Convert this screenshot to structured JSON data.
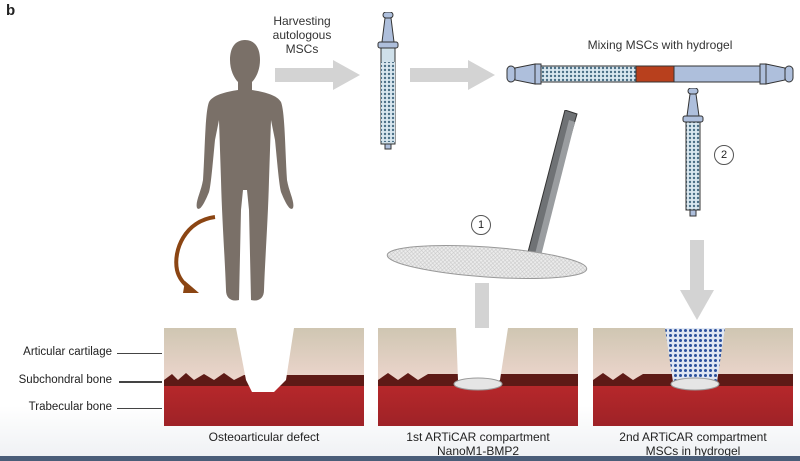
{
  "figure": {
    "panel_letter": "b",
    "steps": {
      "harvest_label_lines": [
        "Harvesting",
        "autologous",
        "MSCs"
      ],
      "mixing_label": "Mixing MSCs with hydrogel",
      "step1_number": "1",
      "step2_number": "2"
    },
    "tissue_layers": [
      "Articular cartilage",
      "Subchondral bone",
      "Trabecular bone"
    ],
    "panels": [
      {
        "caption_lines": [
          "Osteoarticular defect"
        ]
      },
      {
        "caption_lines": [
          "1st ARTiCAR compartment",
          "NanoM1-BMP2"
        ]
      },
      {
        "caption_lines": [
          "2nd ARTiCAR compartment",
          "MSCs in hydrogel"
        ]
      }
    ],
    "colors": {
      "silhouette": "#7a7068",
      "arrow_gray": "#d3d3d3",
      "curved_arrow": "#8b4513",
      "cartilage": "#e8dccb",
      "subchondral": "#5e1a16",
      "trabecular": "#b3262b",
      "hydrogel_blue": "#2a4f9c",
      "syringe_blue": "#aebfdc",
      "mixer_red": "#b8401d"
    }
  }
}
